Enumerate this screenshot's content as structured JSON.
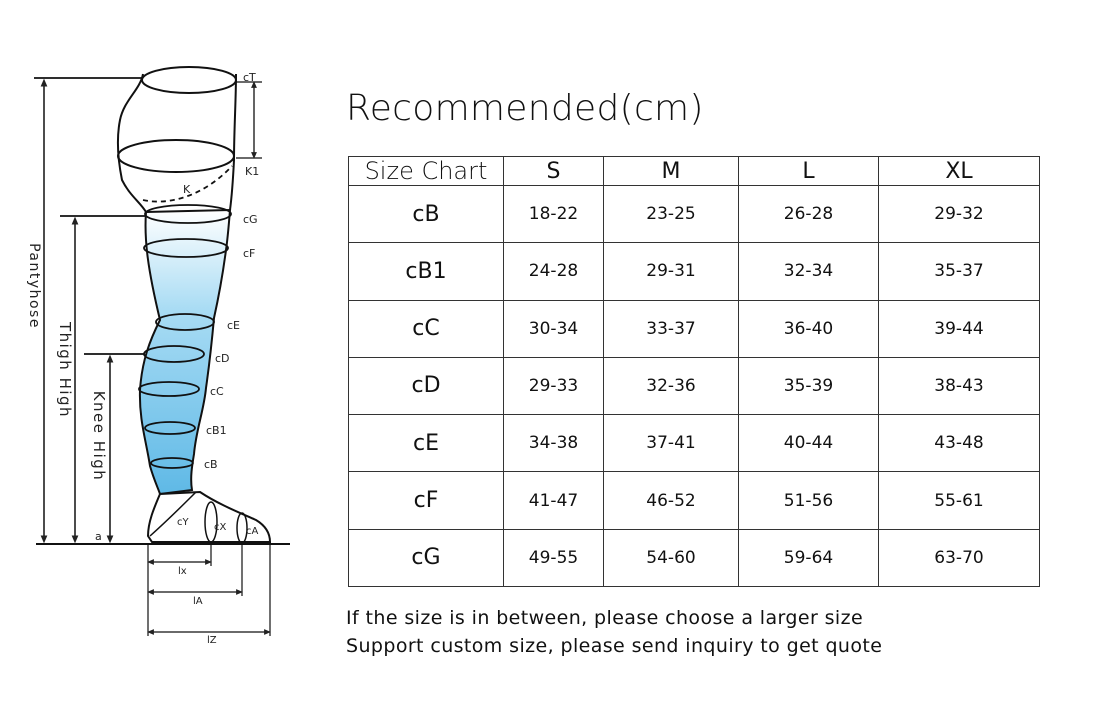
{
  "title": "Recommended(cm)",
  "diagram": {
    "side_labels": [
      "Pantyhose",
      "Thigh High",
      "Knee High"
    ],
    "circ_labels": [
      "cT",
      "K1",
      "K",
      "cG",
      "cF",
      "cE",
      "cD",
      "cC",
      "cB1",
      "cB"
    ],
    "foot_labels": [
      "cY",
      "cX",
      "cA",
      "a"
    ],
    "length_labels": [
      "lx",
      "lA",
      "lZ"
    ],
    "fill_color": "#7cc8ec"
  },
  "table": {
    "corner": "Size Chart",
    "columns": [
      "S",
      "M",
      "L",
      "XL"
    ],
    "rows": [
      {
        "label": "cB",
        "values": [
          "18-22",
          "23-25",
          "26-28",
          "29-32"
        ]
      },
      {
        "label": "cB1",
        "values": [
          "24-28",
          "29-31",
          "32-34",
          "35-37"
        ]
      },
      {
        "label": "cC",
        "values": [
          "30-34",
          "33-37",
          "36-40",
          "39-44"
        ]
      },
      {
        "label": "cD",
        "values": [
          "29-33",
          "32-36",
          "35-39",
          "38-43"
        ]
      },
      {
        "label": "cE",
        "values": [
          "34-38",
          "37-41",
          "40-44",
          "43-48"
        ]
      },
      {
        "label": "cF",
        "values": [
          "41-47",
          "46-52",
          "51-56",
          "55-61"
        ]
      },
      {
        "label": "cG",
        "values": [
          "49-55",
          "54-60",
          "59-64",
          "63-70"
        ]
      }
    ]
  },
  "notes": [
    "If the size is in between, please choose a larger size",
    "Support custom size, please send inquiry to get quote"
  ]
}
